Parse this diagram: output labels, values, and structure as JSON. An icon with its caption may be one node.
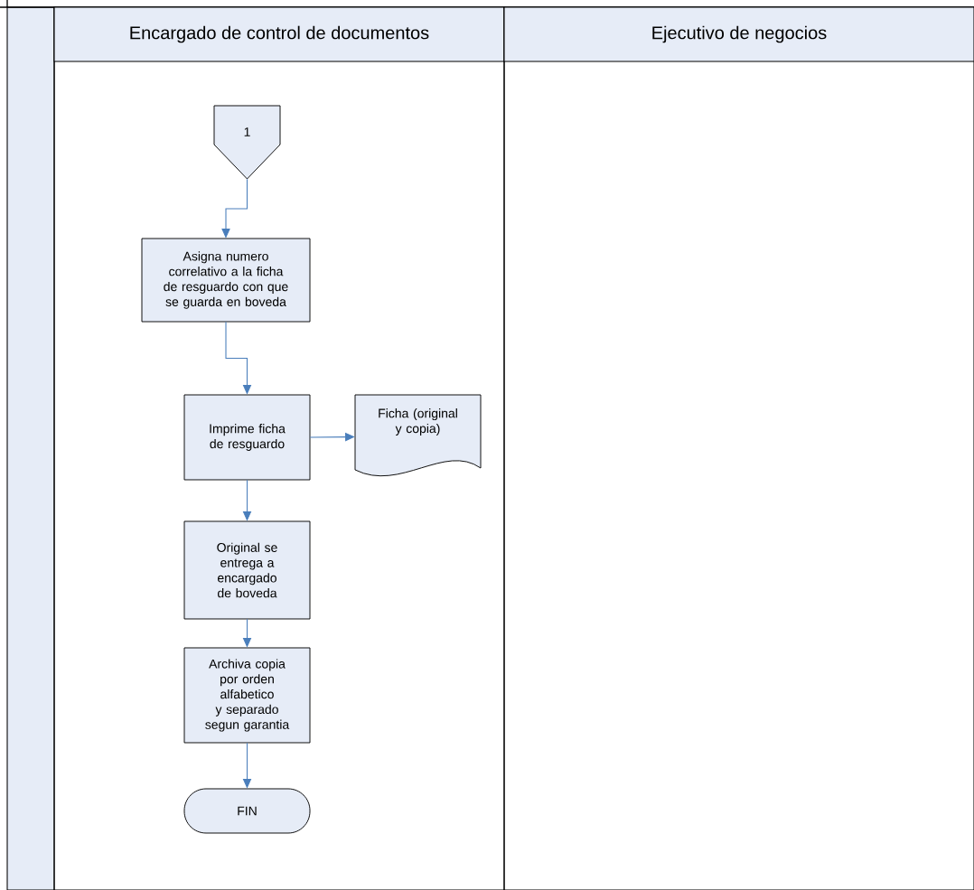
{
  "diagram": {
    "nodes": [
      {
        "text": [
          "Encargado de control de documentos"
        ]
      },
      {
        "text": [
          "Ejecutivo de negocios"
        ]
      },
      {
        "text": [
          "1"
        ],
        "in": 0
      },
      {
        "text": [
          "Asigna numero correlativo a la ficha de resguardo con que se guarda en boveda"
        ],
        "in": 0
      },
      {
        "text": [
          "Imprime ficha de resguardo"
        ],
        "in": 0
      },
      {
        "text": [
          "Ficha (original y copia)"
        ],
        "in": 0
      },
      {
        "text": [
          "Original se entrega a encargado de boveda"
        ],
        "in": 0
      },
      {
        "text": [
          "Archiva copia por orden alfabetico y separado segun garantia"
        ],
        "in": 0
      },
      {
        "text": [
          "FIN"
        ],
        "in": 0
      }
    ],
    "edges": [
      {
        "from": 2,
        "to": 3,
        "arrow": "to"
      },
      {
        "from": 3,
        "to": 4,
        "arrow": "to"
      },
      {
        "from": 4,
        "to": 5,
        "arrow": "to"
      },
      {
        "from": 4,
        "to": 6,
        "arrow": "to"
      },
      {
        "from": 6,
        "to": 7,
        "arrow": "to"
      },
      {
        "from": 7,
        "to": 8,
        "arrow": "to"
      }
    ]
  }
}
